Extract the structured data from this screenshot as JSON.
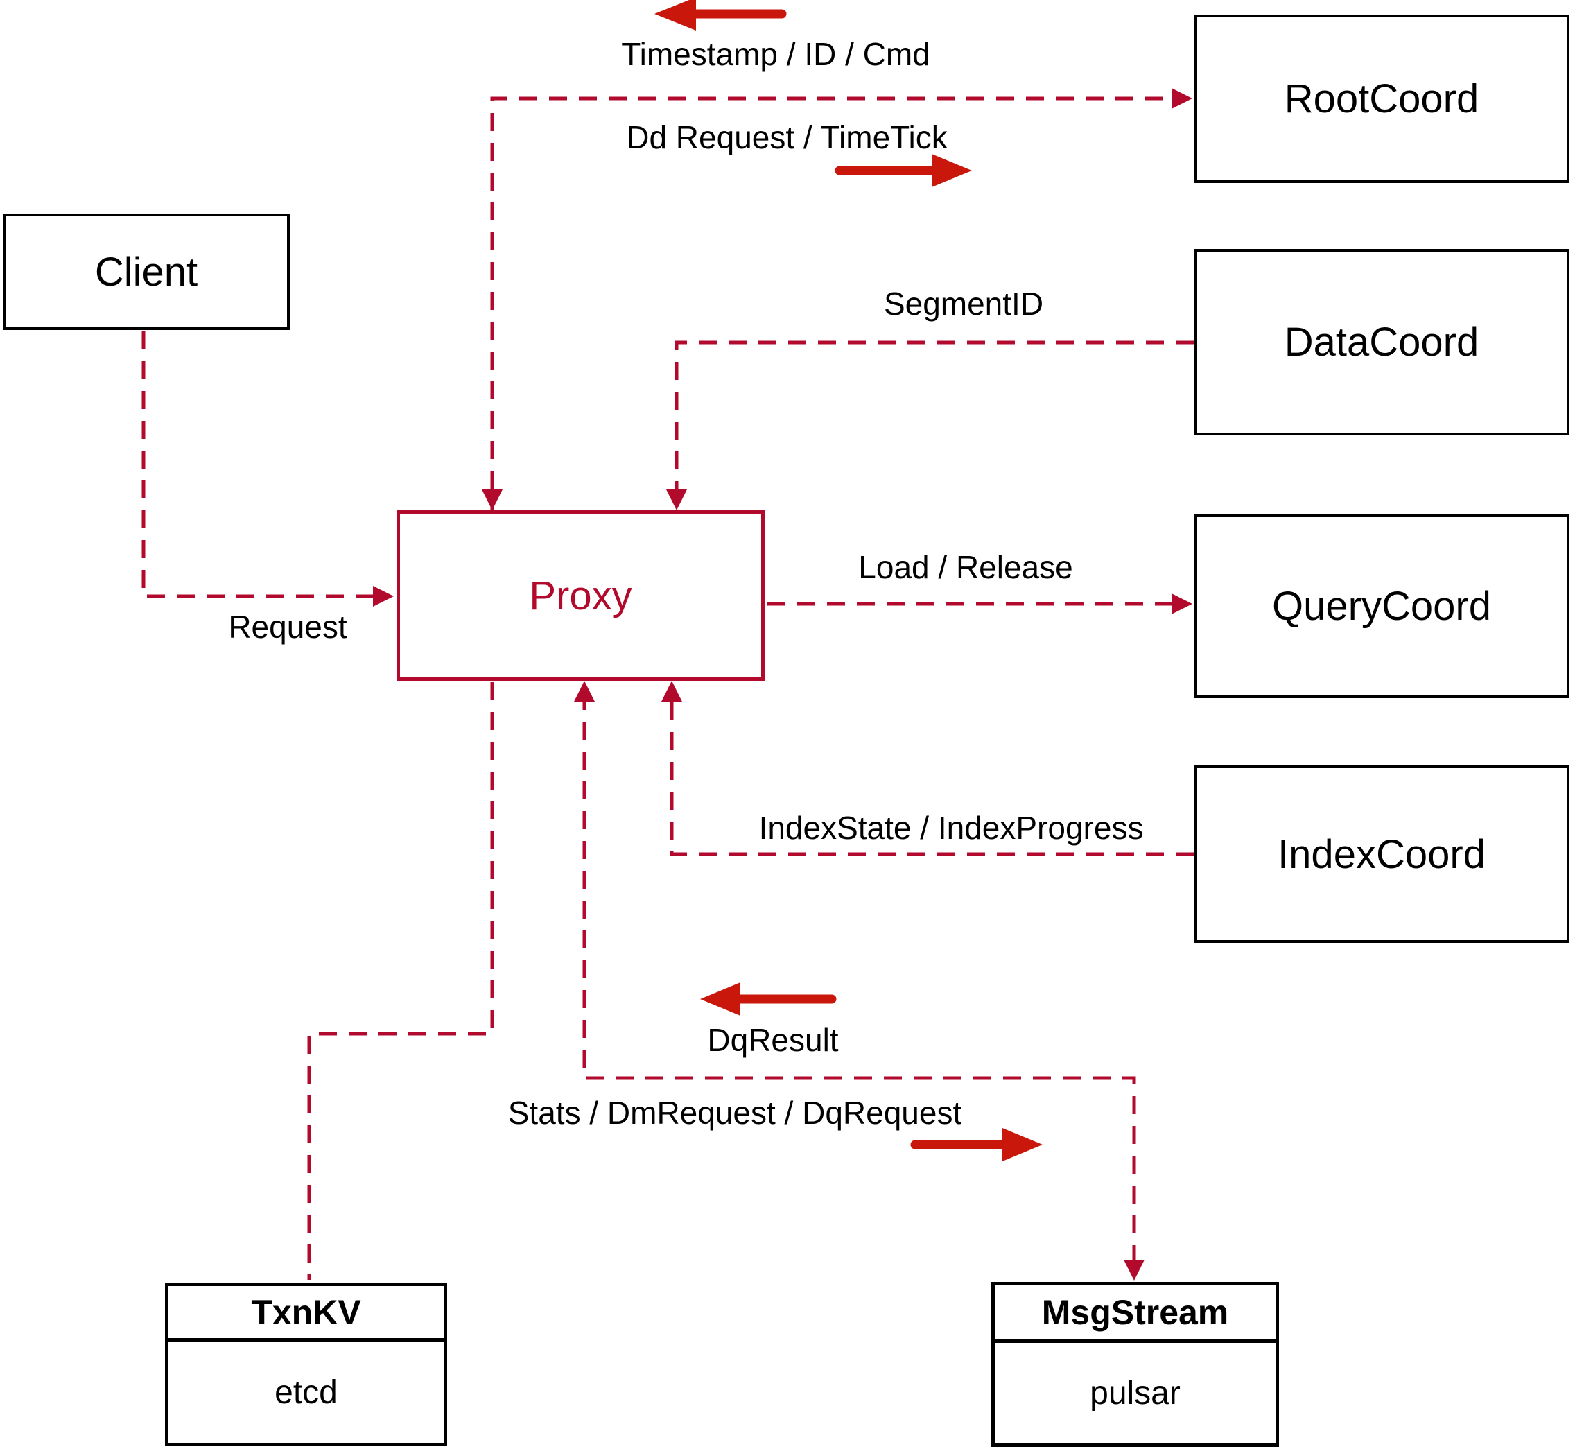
{
  "nodes": {
    "client": {
      "label": "Client"
    },
    "proxy": {
      "label": "Proxy"
    },
    "root_coord": {
      "label": "RootCoord"
    },
    "data_coord": {
      "label": "DataCoord"
    },
    "query_coord": {
      "label": "QueryCoord"
    },
    "index_coord": {
      "label": "IndexCoord"
    },
    "txn_kv": {
      "title": "TxnKV",
      "impl": "etcd"
    },
    "msg_stream": {
      "title": "MsgStream",
      "impl": "pulsar"
    }
  },
  "edge_labels": {
    "timestamp_id_cmd": "Timestamp / ID / Cmd",
    "dd_request_timetick": "Dd Request / TimeTick",
    "segment_id": "SegmentID",
    "load_release": "Load / Release",
    "index_state_progress": "IndexState / IndexProgress",
    "request": "Request",
    "dq_result": "DqResult",
    "stats_dm_dq": "Stats / DmRequest / DqRequest"
  },
  "colors": {
    "dashed_line": "#b20a2c",
    "solid_arrow": "#c9170c",
    "box_border": "#000000",
    "text": "#000000",
    "background": "#ffffff"
  }
}
